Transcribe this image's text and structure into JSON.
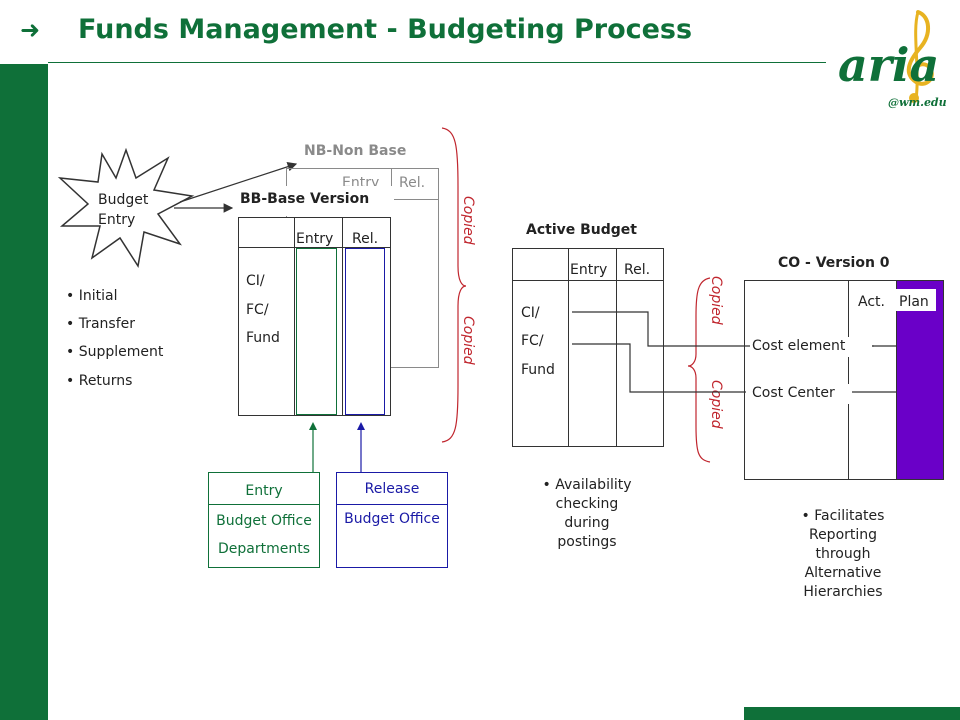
{
  "header": {
    "title": "Funds Management - Budgeting Process",
    "arrow_icon": "right-arrow-icon",
    "logo_text": "aria",
    "logo_domain": "@wm.edu"
  },
  "colors": {
    "brand_green": "#0f7039",
    "copied_red": "#c0262e",
    "release_blue": "#1a1aa6",
    "plan_purple": "#6a00c8"
  },
  "budget_entry": {
    "line1": "Budget",
    "line2": "Entry",
    "types": [
      "Initial",
      "Transfer",
      "Supplement",
      "Returns"
    ]
  },
  "non_base": {
    "title": "NB-Non Base",
    "col_entry": "Entry",
    "col_rel": "Rel."
  },
  "base_version": {
    "title": "BB-Base Version",
    "col_entry": "Entry",
    "col_rel": "Rel.",
    "rows": [
      "CI/",
      "FC/",
      "Fund"
    ]
  },
  "copied_label": "Copied",
  "entry_box": {
    "title": "Entry",
    "line1": "Budget Office",
    "line2": "Departments"
  },
  "release_box": {
    "title": "Release",
    "line1": "Budget Office"
  },
  "active_budget": {
    "title": "Active Budget",
    "col_entry": "Entry",
    "col_rel": "Rel.",
    "rows": [
      "CI/",
      "FC/",
      "Fund"
    ],
    "note": [
      "Availability",
      "checking",
      "during",
      "postings"
    ]
  },
  "co_version": {
    "title": "CO - Version 0",
    "col_act": "Act.",
    "col_plan": "Plan",
    "rows": [
      "Cost element",
      "Cost Center"
    ],
    "note": [
      "Facilitates",
      "Reporting",
      "through",
      "Alternative",
      "Hierarchies"
    ]
  }
}
